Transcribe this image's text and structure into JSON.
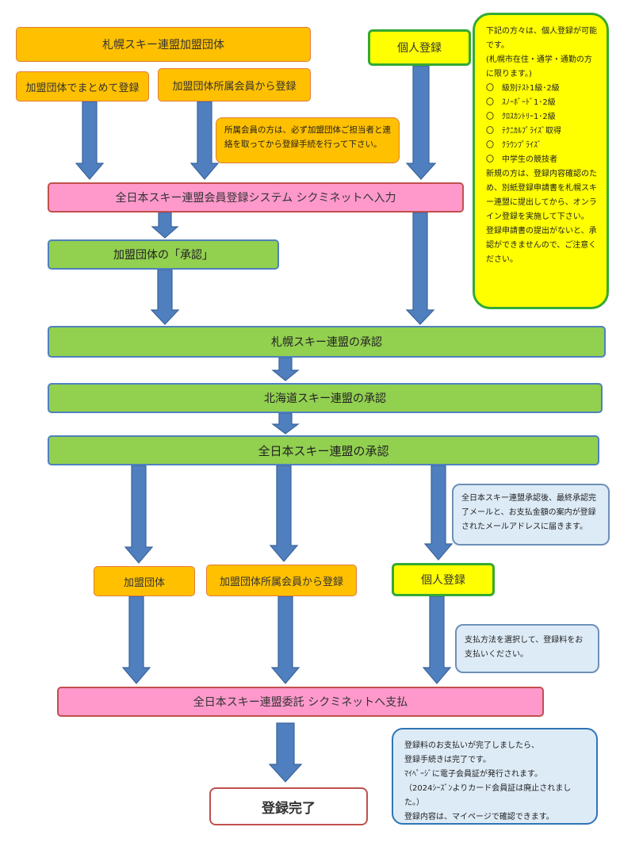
{
  "boxes": {
    "sapporo_member_orgs": "札幌スキー連盟加盟団体",
    "org_bulk": "加盟団体でまとめて登録",
    "org_member_top": "加盟団体所属会員から登録",
    "individual_top": "個人登録",
    "sikumi_input": "全日本スキー連盟会員登録システム シクミネットへ入力",
    "org_approval": "加盟団体の「承認」",
    "sapporo_approval": "札幌スキー連盟の承認",
    "hokkaido_approval": "北海道スキー連盟の承認",
    "saj_approval": "全日本スキー連盟の承認",
    "org_bottom": "加盟団体",
    "org_member_bottom": "加盟団体所属会員から登録",
    "individual_bottom": "個人登録",
    "sikumi_pay": "全日本スキー連盟委託 シクミネットへ支払",
    "complete": "登録完了"
  },
  "notes": {
    "member_note": "所属会員の方は、必ず加盟団体ご担当者と連絡を取ってから登録手続を行って下さい。",
    "individual_note": [
      "下記の方々は、個人登録が可能です。",
      "(札幌市在住・通学・通勤の方に限ります。)",
      "〇　級別ﾃｽﾄ1級･2級",
      "〇　ｽﾉｰﾎﾞｰﾄﾞ1･2級",
      "〇　ｸﾛｽｶﾝﾄﾘｰ1･2級",
      "〇　ﾃｸﾆｶﾙﾌﾟﾗｲｽﾞ取得",
      "〇　ｸﾗｳﾝﾌﾟﾗｲｽﾞ",
      "〇　中学生の競技者",
      "新規の方は、登録内容確認のため、別紙登録申請書を札幌スキー連盟に提出してから、オンライン登録を実施して下さい。",
      "登録申請書の提出がないと、承認ができませんので、ご注意ください。"
    ],
    "approval_mail_note": "全日本スキー連盟承認後、最終承認完了メールと、お支払金額の案内が登録されたメールアドレスに届きます。",
    "payment_note": "支払方法を選択して、登録料をお支払いください。",
    "complete_note": [
      "登録料のお支払いが完了しましたら、",
      "登録手続きは完了です。",
      "ﾏｲﾍﾟｰｼﾞに電子会員証が発行されます。",
      "（2024ｼｰｽﾞﾝよりカード会員証は廃止されました。）",
      "登録内容は、マイページで確認できます。"
    ]
  },
  "colors": {
    "arrow": "#4f7fbf",
    "arrow_border": "#3a6399",
    "orange": "#ffc000",
    "pink": "#ff99cc",
    "green": "#92d050",
    "yellow": "#ffff00",
    "light_blue": "#ddebf7"
  }
}
